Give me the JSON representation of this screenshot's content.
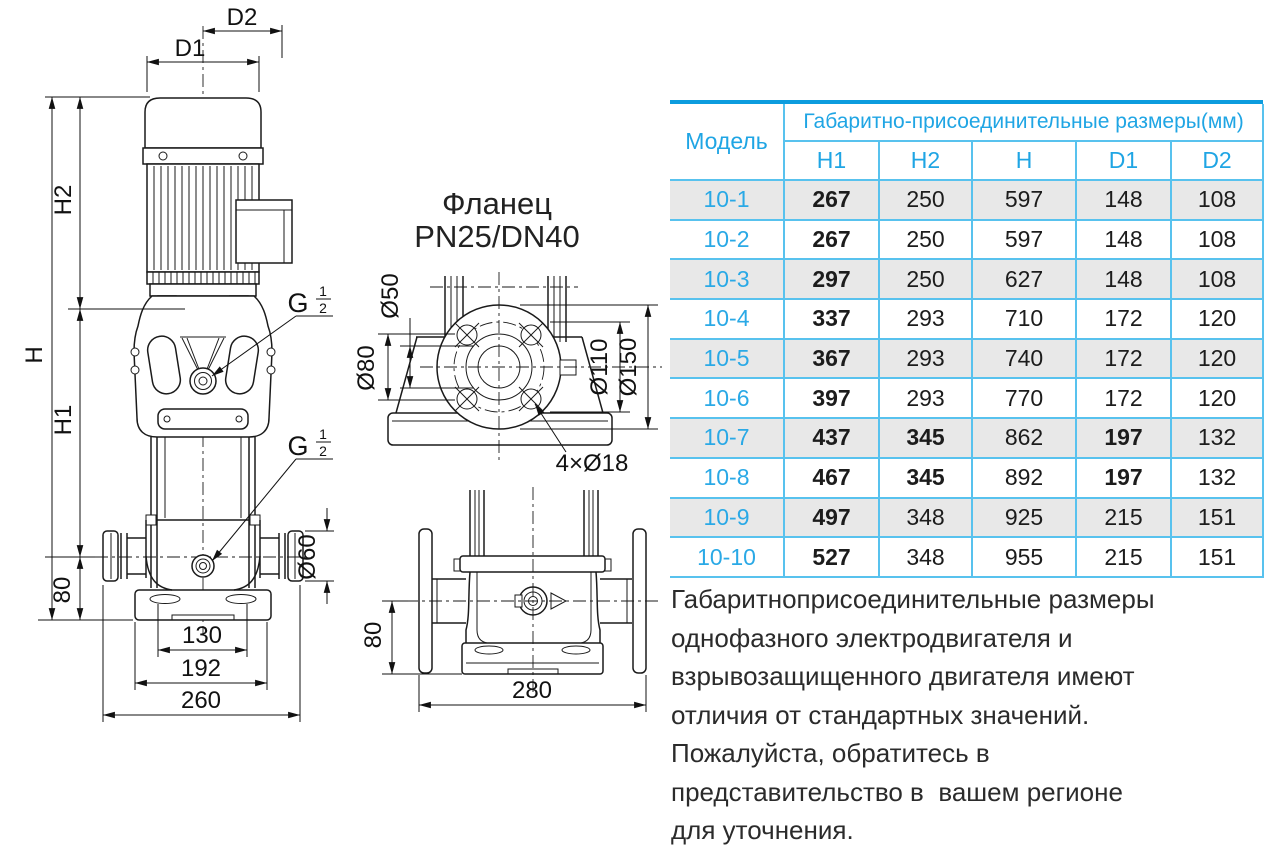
{
  "front_view": {
    "labels": {
      "d2": "D2",
      "d1": "D1",
      "h2": "H2",
      "h": "H",
      "h1": "H1",
      "v80": "80",
      "b130": "130",
      "b192": "192",
      "b260": "260",
      "d60": "Ø60",
      "g_letter": "G",
      "g_num": "1",
      "g_den": "2"
    }
  },
  "flange_view": {
    "title1": "Фланец",
    "title2": "PN25/DN40",
    "d50": "Ø50",
    "d80": "Ø80",
    "d110": "Ø110",
    "d150": "Ø150",
    "bolts": "4×Ø18"
  },
  "side_view": {
    "v80": "80",
    "h280": "280"
  },
  "table": {
    "model_header": "Модель",
    "group_header": "Габаритно-присоединительные размеры(мм)",
    "columns": [
      "H1",
      "H2",
      "H",
      "D1",
      "D2"
    ],
    "rows": [
      {
        "model": "10-1",
        "values": [
          "267",
          "250",
          "597",
          "148",
          "108"
        ],
        "bold": [
          1,
          0,
          0,
          0,
          0
        ]
      },
      {
        "model": "10-2",
        "values": [
          "267",
          "250",
          "597",
          "148",
          "108"
        ],
        "bold": [
          1,
          0,
          0,
          0,
          0
        ]
      },
      {
        "model": "10-3",
        "values": [
          "297",
          "250",
          "627",
          "148",
          "108"
        ],
        "bold": [
          1,
          0,
          0,
          0,
          0
        ]
      },
      {
        "model": "10-4",
        "values": [
          "337",
          "293",
          "710",
          "172",
          "120"
        ],
        "bold": [
          1,
          0,
          0,
          0,
          0
        ]
      },
      {
        "model": "10-5",
        "values": [
          "367",
          "293",
          "740",
          "172",
          "120"
        ],
        "bold": [
          1,
          0,
          0,
          0,
          0
        ]
      },
      {
        "model": "10-6",
        "values": [
          "397",
          "293",
          "770",
          "172",
          "120"
        ],
        "bold": [
          1,
          0,
          0,
          0,
          0
        ]
      },
      {
        "model": "10-7",
        "values": [
          "437",
          "345",
          "862",
          "197",
          "132"
        ],
        "bold": [
          1,
          1,
          0,
          1,
          0
        ]
      },
      {
        "model": "10-8",
        "values": [
          "467",
          "345",
          "892",
          "197",
          "132"
        ],
        "bold": [
          1,
          1,
          0,
          1,
          0
        ]
      },
      {
        "model": "10-9",
        "values": [
          "497",
          "348",
          "925",
          "215",
          "151"
        ],
        "bold": [
          1,
          0,
          0,
          0,
          0
        ]
      },
      {
        "model": "10-10",
        "values": [
          "527",
          "348",
          "955",
          "215",
          "151"
        ],
        "bold": [
          1,
          0,
          0,
          0,
          0
        ]
      }
    ]
  },
  "note": {
    "lines": [
      "Габаритноприсоединительные размеры",
      "однофазного электродвигателя и",
      "взрывозащищенного двигателя имеют",
      "отличия от стандартных значений.",
      "Пожалуйста, обратитесь в",
      "представительство в  вашем регионе",
      "для уточнения."
    ]
  },
  "colors": {
    "accent_blue": "#1fa5e4",
    "table_border": "#58c2ee",
    "table_top_border": "#0c9cde",
    "shaded_row": "#e8e8e8",
    "line_color": "#1a1a1a"
  }
}
